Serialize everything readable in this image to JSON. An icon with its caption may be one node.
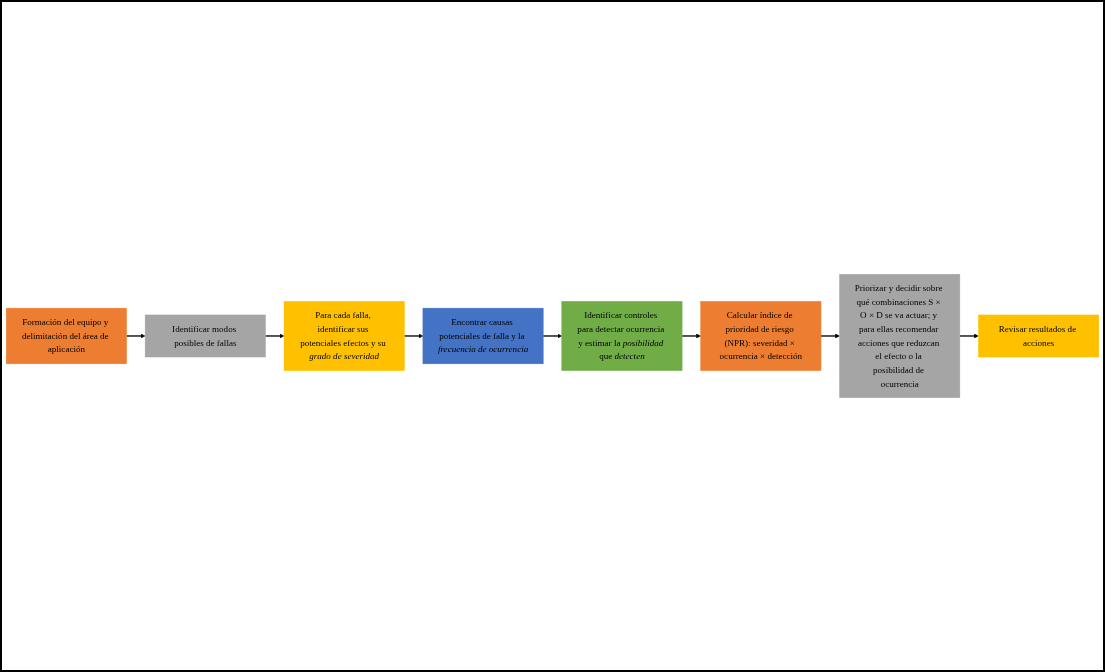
{
  "diagram": {
    "nodes": [
      {
        "text": [
          "Formación del equipo y delimitación del área de aplicación"
        ]
      },
      {
        "text": [
          "Identificar modos posibles de fallas"
        ]
      },
      {
        "text": [
          "Para cada falla, identificar sus potenciales efectos y su *grado de severidad*"
        ]
      },
      {
        "text": [
          "Encontrar causas potenciales de falla y la *frecuencia de ocurrencia*"
        ]
      },
      {
        "text": [
          "Identificar controles para detectar ocurrencia y estimar la *posibilidad* que *detecten*"
        ]
      },
      {
        "text": [
          "Calcular índice de prioridad de riesgo (NPR): severidad × ocurrencia × detección"
        ]
      },
      {
        "text": [
          "Priorizar y decidir sobre qué combinaciones S × O × D se va actuar; y para ellas recomendar acciones que reduzcan el efecto o la posibilidad de ocurrencia"
        ]
      },
      {
        "text": [
          "Revisar resultados de acciones"
        ]
      }
    ],
    "edges": [
      {
        "from": 0,
        "to": 1,
        "arrow": "to"
      },
      {
        "from": 1,
        "to": 2,
        "arrow": "to"
      },
      {
        "from": 2,
        "to": 3,
        "arrow": "to"
      },
      {
        "from": 3,
        "to": 4,
        "arrow": "to"
      },
      {
        "from": 4,
        "to": 5,
        "arrow": "to"
      },
      {
        "from": 5,
        "to": 6,
        "arrow": "to"
      },
      {
        "from": 6,
        "to": 7,
        "arrow": "to"
      }
    ]
  }
}
